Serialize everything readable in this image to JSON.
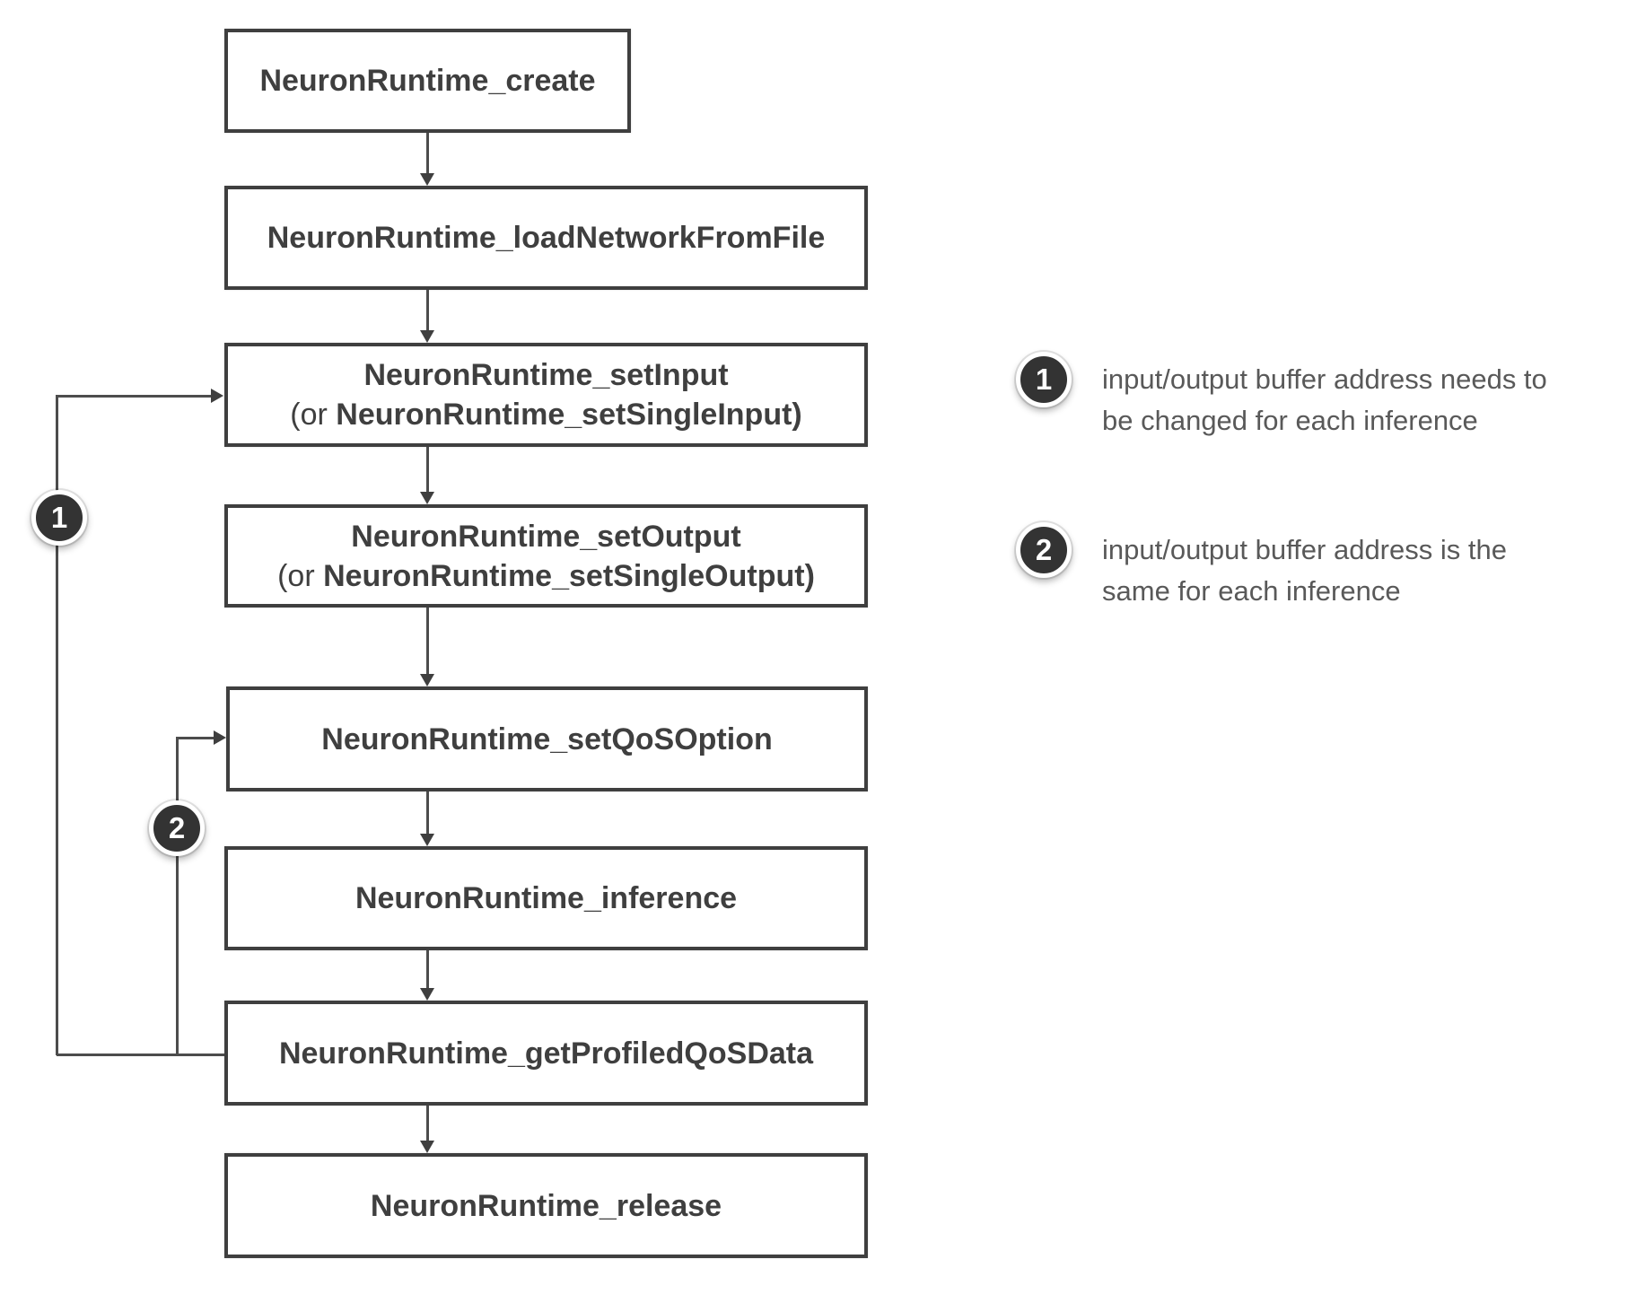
{
  "flow": {
    "boxes": [
      {
        "line1": "NeuronRuntime_create"
      },
      {
        "line1": "NeuronRuntime_loadNetworkFromFile"
      },
      {
        "line1": "NeuronRuntime_setInput",
        "line2_prefix": "(or ",
        "line2_bold": "NeuronRuntime_setSingleInput",
        "line2_suffix": ")"
      },
      {
        "line1": "NeuronRuntime_setOutput",
        "line2_prefix": "(or ",
        "line2_bold": "NeuronRuntime_setSingleOutput",
        "line2_suffix": ")"
      },
      {
        "line1": "NeuronRuntime_setQoSOption"
      },
      {
        "line1": "NeuronRuntime_inference"
      },
      {
        "line1": "NeuronRuntime_getProfiledQoSData"
      },
      {
        "line1": "NeuronRuntime_release"
      }
    ]
  },
  "loops": {
    "badge1": "1",
    "badge2": "2"
  },
  "legend": [
    {
      "num": "1",
      "line1": "input/output buffer address needs to",
      "line2": "be changed for each inference"
    },
    {
      "num": "2",
      "line1": "input/output buffer address is the",
      "line2": "same for each inference"
    }
  ],
  "colors": {
    "background": "#ffffff",
    "box_border": "#3f3f3f",
    "box_text": "#3f3f3f",
    "connector_line": "#4d4d4d",
    "legend_text": "#595959",
    "badge_fill": "#333333",
    "badge_text": "#ffffff"
  }
}
